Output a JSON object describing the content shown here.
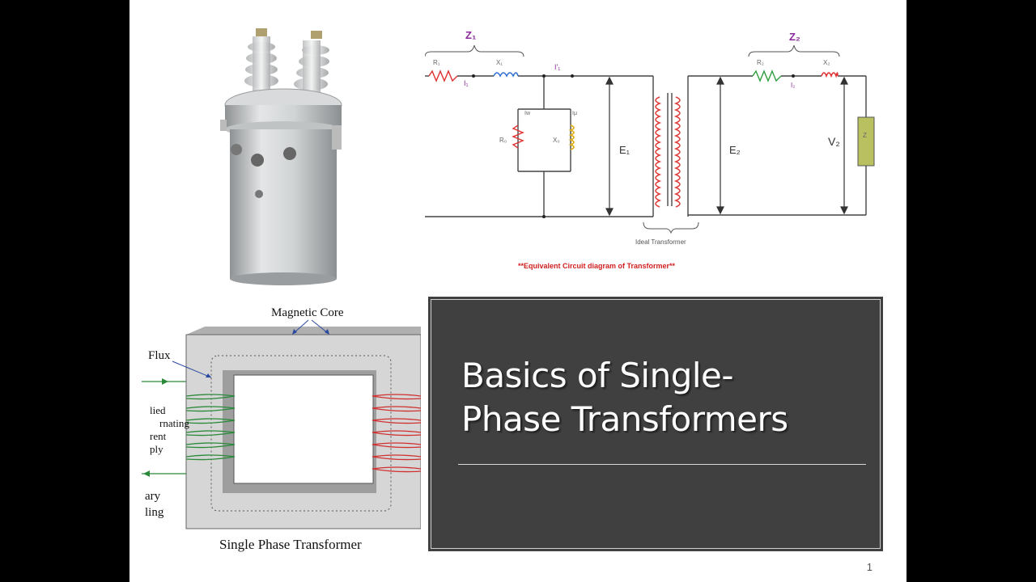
{
  "slide": {
    "title": "Basics of Single-\nPhase Transformers",
    "page_number": "1"
  },
  "circuit": {
    "z1": "Z₁",
    "z2": "Z₂",
    "r1": "R₁",
    "x1": "X₁",
    "i1": "I₁",
    "i1_prime": "I'₁",
    "iw": "Iw",
    "imu": "Iμ",
    "r0": "R₀",
    "x0": "X₀",
    "e1": "E₁",
    "e2": "E₂",
    "r2": "R₂",
    "x2": "X₂",
    "i2": "I₂",
    "v2": "V₂",
    "load": "Z",
    "ideal": "Ideal Transformer",
    "caption": "**Equivalent Circuit diagram of Transformer**"
  },
  "core": {
    "magnetic_core": "Magnetic Core",
    "flux": "Flux",
    "applied_1": "lied",
    "applied_2": "rnating",
    "applied_3": "rent",
    "applied_4": "ply",
    "secondary_1": "ary",
    "secondary_2": "ling",
    "caption": "Single Phase Transformer"
  },
  "colors": {
    "title_bg": "#404040",
    "resistor": "#e03030",
    "reactance_x1": "#3070d0",
    "r2": "#30a040",
    "load": "#b8c060",
    "winding_primary": "#2a8a3a",
    "winding_secondary": "#d03030",
    "label_purple": "#8a2a9a",
    "caption_red": "#d02020"
  }
}
